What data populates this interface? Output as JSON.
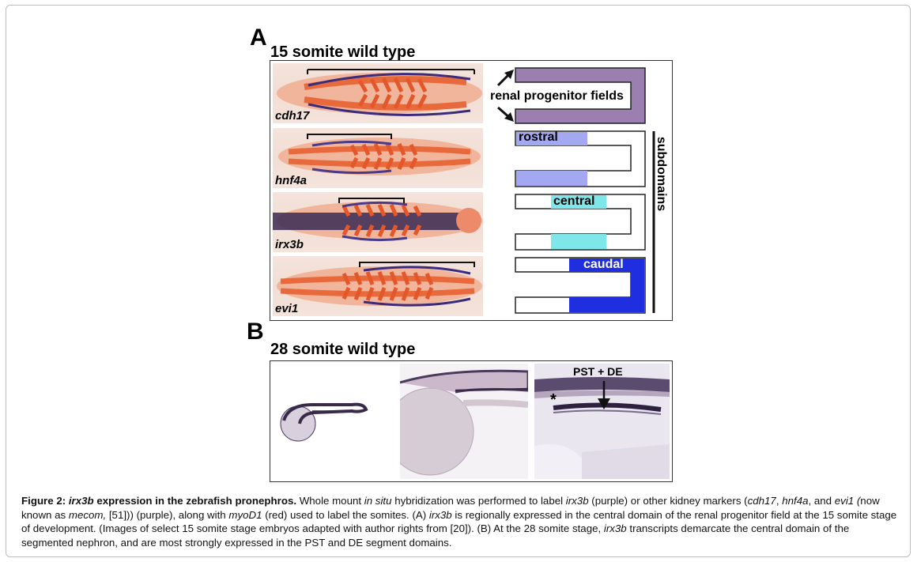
{
  "panel_a": {
    "letter": "A",
    "title": "15 somite wild type",
    "genes": [
      "cdh17",
      "hnf4a",
      "irx3b",
      "evi1"
    ],
    "renal_label": "renal progenitor fields",
    "domains": {
      "rostral": "rostral",
      "central": "central",
      "caudal": "caudal"
    },
    "subdomains_label": "subdomains",
    "colors": {
      "renal": "#9b7fb0",
      "rostral": "#a4a8f0",
      "central": "#7fe6ea",
      "caudal": "#1f2fe0"
    }
  },
  "panel_b": {
    "letter": "B",
    "title": "28 somite wild type",
    "annotation": "PST + DE",
    "asterisk": "*"
  },
  "caption": {
    "bold_prefix": "Figure 2: ",
    "bold_gene": "irx3b",
    "bold_rest": " expression in the zebrafish pronephros.",
    "t1": " Whole mount ",
    "i1": "in situ",
    "t2": " hybridization was performed to label ",
    "i2": "irx3b",
    "t3": " (purple) or other kidney markers (",
    "i3": "cdh17",
    "t4": ", ",
    "i4": "hnf4a",
    "t5": ", and ",
    "i5": "evi1 (",
    "t6": "now known as ",
    "i6": "mecom,",
    "t7": " [51])) (purple), along with ",
    "i7": "myoD1",
    "t8": " (red) used to label the somites. (A) ",
    "i8": "irx3b",
    "t9": " is regionally expressed in the central domain of the renal progenitor field at the 15 somite stage of development. (Images of select 15 somite stage embryos adapted with author rights from [20]). (B) At the 28 somite stage, ",
    "i9": "irx3b",
    "t10": " transcripts demarcate the central domain of the segmented nephron, and are most strongly expressed in the PST and DE segment domains."
  }
}
